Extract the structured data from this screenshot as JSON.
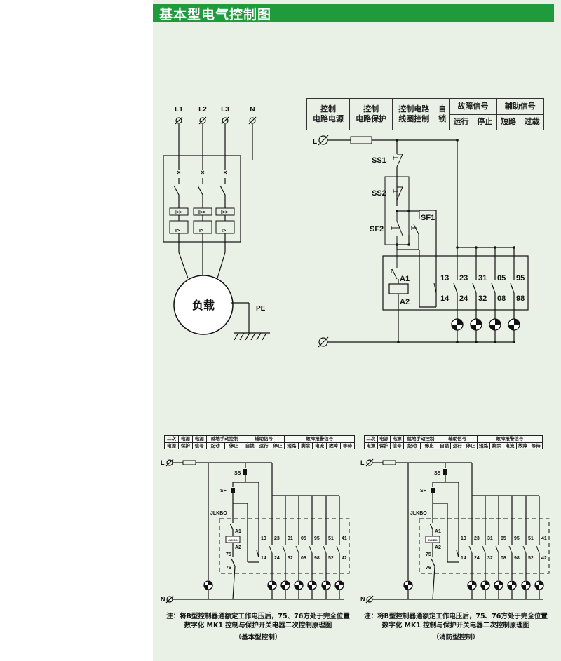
{
  "header": {
    "title": "基本型电气控制图",
    "color": "#1f9a3c"
  },
  "power": {
    "phases": [
      "L1",
      "L2",
      "L3",
      "N"
    ],
    "load": "负载",
    "pe": "PE"
  },
  "control": {
    "table_top": [
      "控制",
      "控制",
      "控制电路",
      "自",
      "故障信号",
      "辅助信号"
    ],
    "table_bottom": [
      "电路电源",
      "电路保护",
      "线圈控制",
      "锁",
      "运行",
      "停止",
      "短路",
      "过载"
    ],
    "labels": {
      "L": "L",
      "SS1": "SS1",
      "SS2": "SS2",
      "SF1": "SF1",
      "SF2": "SF2",
      "A1": "A1",
      "A2": "A2"
    },
    "terms_top": [
      "13",
      "23",
      "31",
      "05",
      "95"
    ],
    "terms_bottom": [
      "14",
      "24",
      "32",
      "08",
      "98"
    ]
  },
  "small": {
    "row1": [
      "二次",
      "电源",
      "电源",
      "就地手动控制",
      "辅助信号",
      "故障报警信号"
    ],
    "row2": [
      "电源",
      "保护",
      "信号",
      "起动",
      "停止",
      "自锁",
      "运行",
      "停止",
      "短路",
      "剩余",
      "电流",
      "故障",
      "等待"
    ],
    "labels": {
      "L": "L",
      "N": "N",
      "SS": "SS",
      "SF": "SF",
      "JLKBO": "JLKBO",
      "coil": "JLKBO",
      "A1": "A1",
      "A2": "A2",
      "t75": "75",
      "t76": "76"
    },
    "terms_top": [
      "13",
      "23",
      "31",
      "05",
      "95",
      "51",
      "41"
    ],
    "terms_bottom": [
      "14",
      "24",
      "32",
      "08",
      "98",
      "52",
      "42"
    ]
  },
  "notes": [
    {
      "line1": "注：将B型控制器通额定工作电压后，75、76方处于完全位置",
      "line2": "数字化  MK1  控制与保护开关电器二次控制原理图",
      "caption": "（基本型控制）"
    },
    {
      "line1": "注：将B型控制器通额定工作电压后，75、76方处于完全位置",
      "line2": "数字化  MK1  控制与保护开关电器二次控制原理图",
      "caption": "（消防型控制）"
    }
  ]
}
